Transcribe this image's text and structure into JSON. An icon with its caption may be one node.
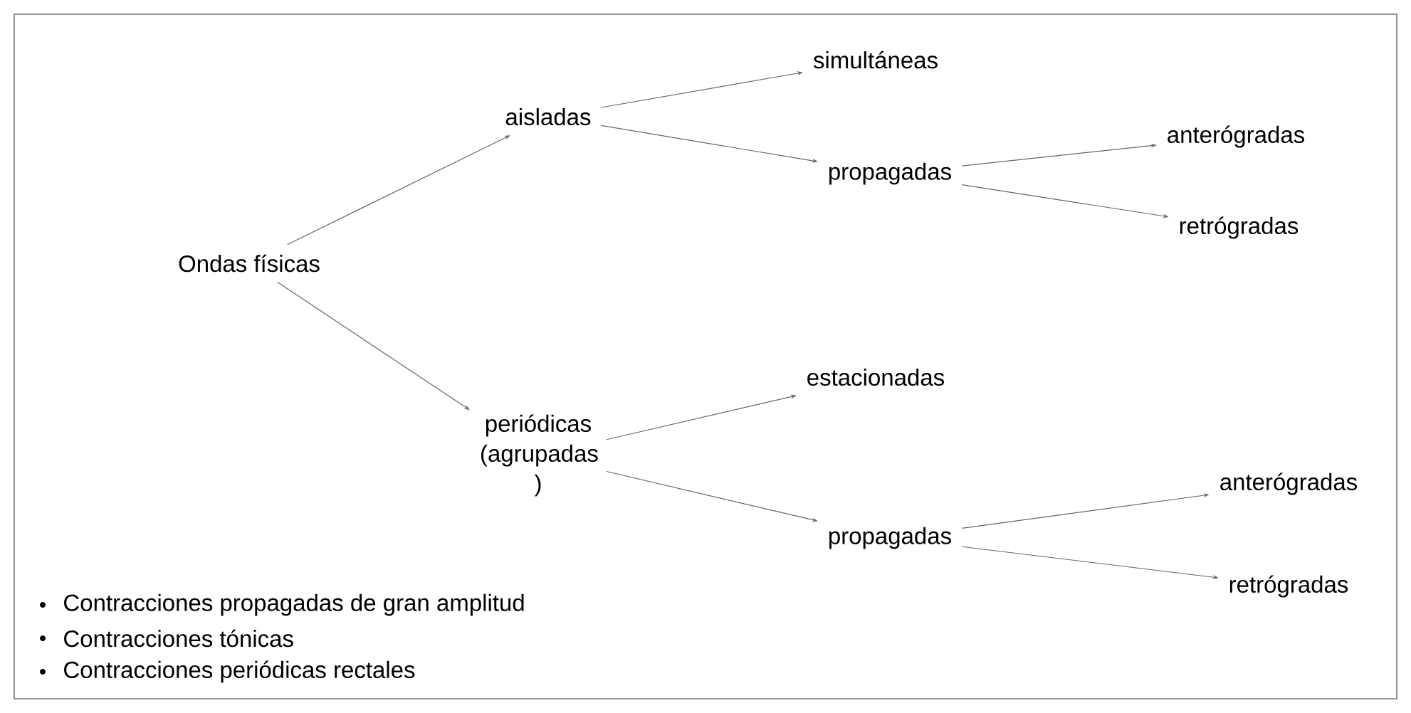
{
  "diagram": {
    "nodes": [
      {
        "text": [
          "Ondas físicas"
        ]
      },
      {
        "text": [
          "aisladas"
        ]
      },
      {
        "text": [
          "simultáneas"
        ]
      },
      {
        "text": [
          "propagadas"
        ]
      },
      {
        "text": [
          "anterógradas"
        ]
      },
      {
        "text": [
          "retrógradas"
        ]
      },
      {
        "text": [
          "periódicas (agrupadas )"
        ]
      },
      {
        "text": [
          "estacionadas"
        ]
      },
      {
        "text": [
          "propagadas"
        ]
      },
      {
        "text": [
          "anterógradas"
        ]
      },
      {
        "text": [
          "retrógradas"
        ]
      }
    ],
    "edges": [
      {
        "from": 0,
        "to": 1,
        "arrow": "to"
      },
      {
        "from": 1,
        "to": 2,
        "arrow": "to"
      },
      {
        "from": 1,
        "to": 3,
        "arrow": "to"
      },
      {
        "from": 3,
        "to": 4,
        "arrow": "to"
      },
      {
        "from": 3,
        "to": 5,
        "arrow": "to"
      },
      {
        "from": 0,
        "to": 6,
        "arrow": "to"
      },
      {
        "from": 6,
        "to": 7,
        "arrow": "to"
      },
      {
        "from": 6,
        "to": 8,
        "arrow": "to"
      },
      {
        "from": 8,
        "to": 9,
        "arrow": "to"
      },
      {
        "from": 8,
        "to": 10,
        "arrow": "to"
      }
    ],
    "labels": [
      "Contracciones propagadas de gran amplitud",
      "Contracciones tónicas",
      "Contracciones periódicas rectales"
    ]
  }
}
